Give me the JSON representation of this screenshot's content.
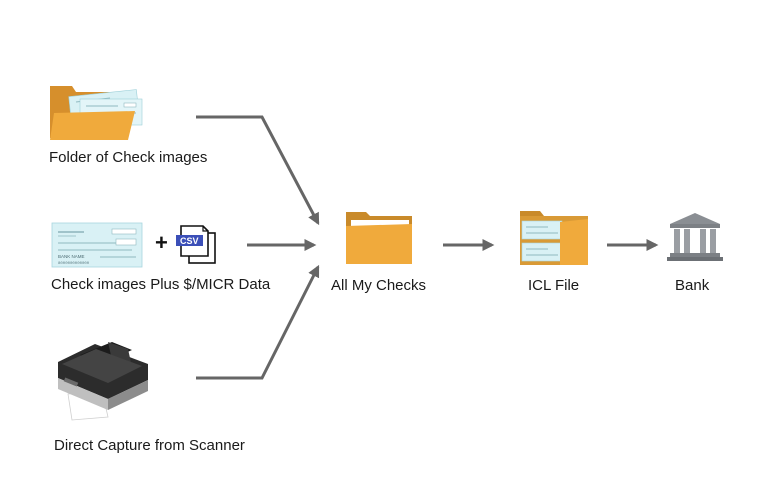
{
  "sources": [
    {
      "id": "folder",
      "label": "Folder of Check images",
      "icon": "check-folder-icon"
    },
    {
      "id": "checks",
      "label": "Check images Plus $/MICR Data",
      "icon": "check-image-icon"
    },
    {
      "id": "scanner",
      "label": "Direct Capture from Scanner",
      "icon": "scanner-icon"
    }
  ],
  "csv_badge": "CSV",
  "plus_sign": "+",
  "check_micr": "8000000000000",
  "check_payee": "BANK NAME",
  "pipeline": [
    {
      "id": "allmy",
      "label": "All My Checks",
      "icon": "folder-icon"
    },
    {
      "id": "icl",
      "label": "ICL File",
      "icon": "icl-folder-icon"
    },
    {
      "id": "bank",
      "label": "Bank",
      "icon": "bank-icon"
    }
  ],
  "colors": {
    "folder": "#f0aa3c",
    "folder_dark": "#c98a2a",
    "check": "#d9f1f5",
    "arrow": "#666666",
    "bank": "#8a8e93",
    "csv": "#3b4fb8"
  }
}
